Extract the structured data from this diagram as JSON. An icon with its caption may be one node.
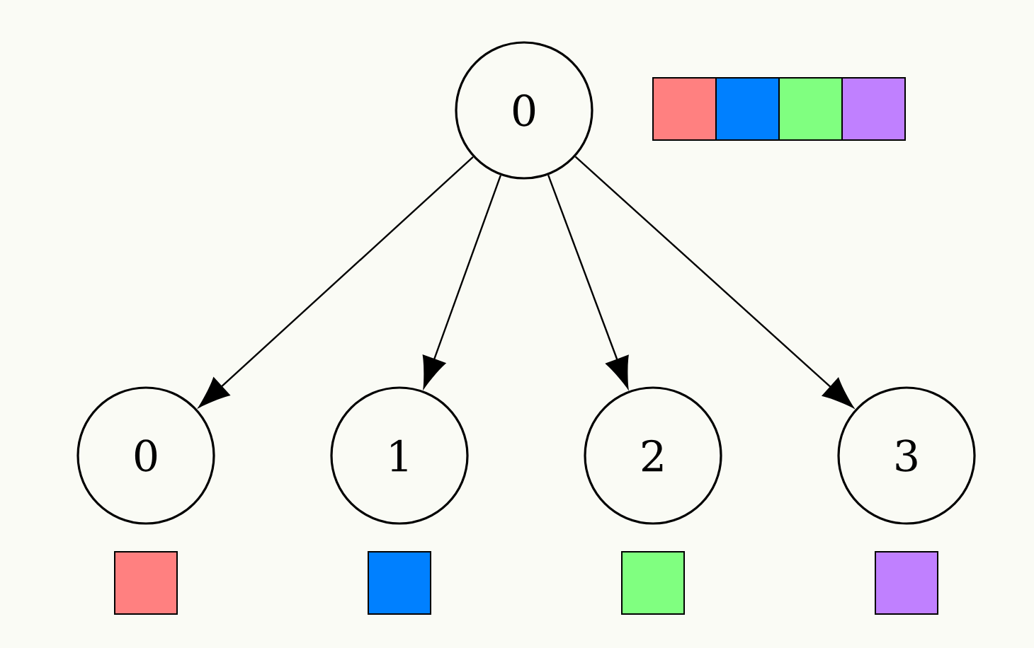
{
  "diagram": {
    "nodes": [
      {
        "text": [
          "0"
        ]
      },
      {
        "text": [
          "0"
        ]
      },
      {
        "text": [
          "1"
        ]
      },
      {
        "text": [
          "2"
        ]
      },
      {
        "text": [
          "3"
        ]
      }
    ],
    "edges": [
      {
        "from": 0,
        "to": 1,
        "arrow": "to"
      },
      {
        "from": 0,
        "to": 2,
        "arrow": "to"
      },
      {
        "from": 0,
        "to": 3,
        "arrow": "to"
      },
      {
        "from": 0,
        "to": 4,
        "arrow": "to"
      }
    ]
  }
}
